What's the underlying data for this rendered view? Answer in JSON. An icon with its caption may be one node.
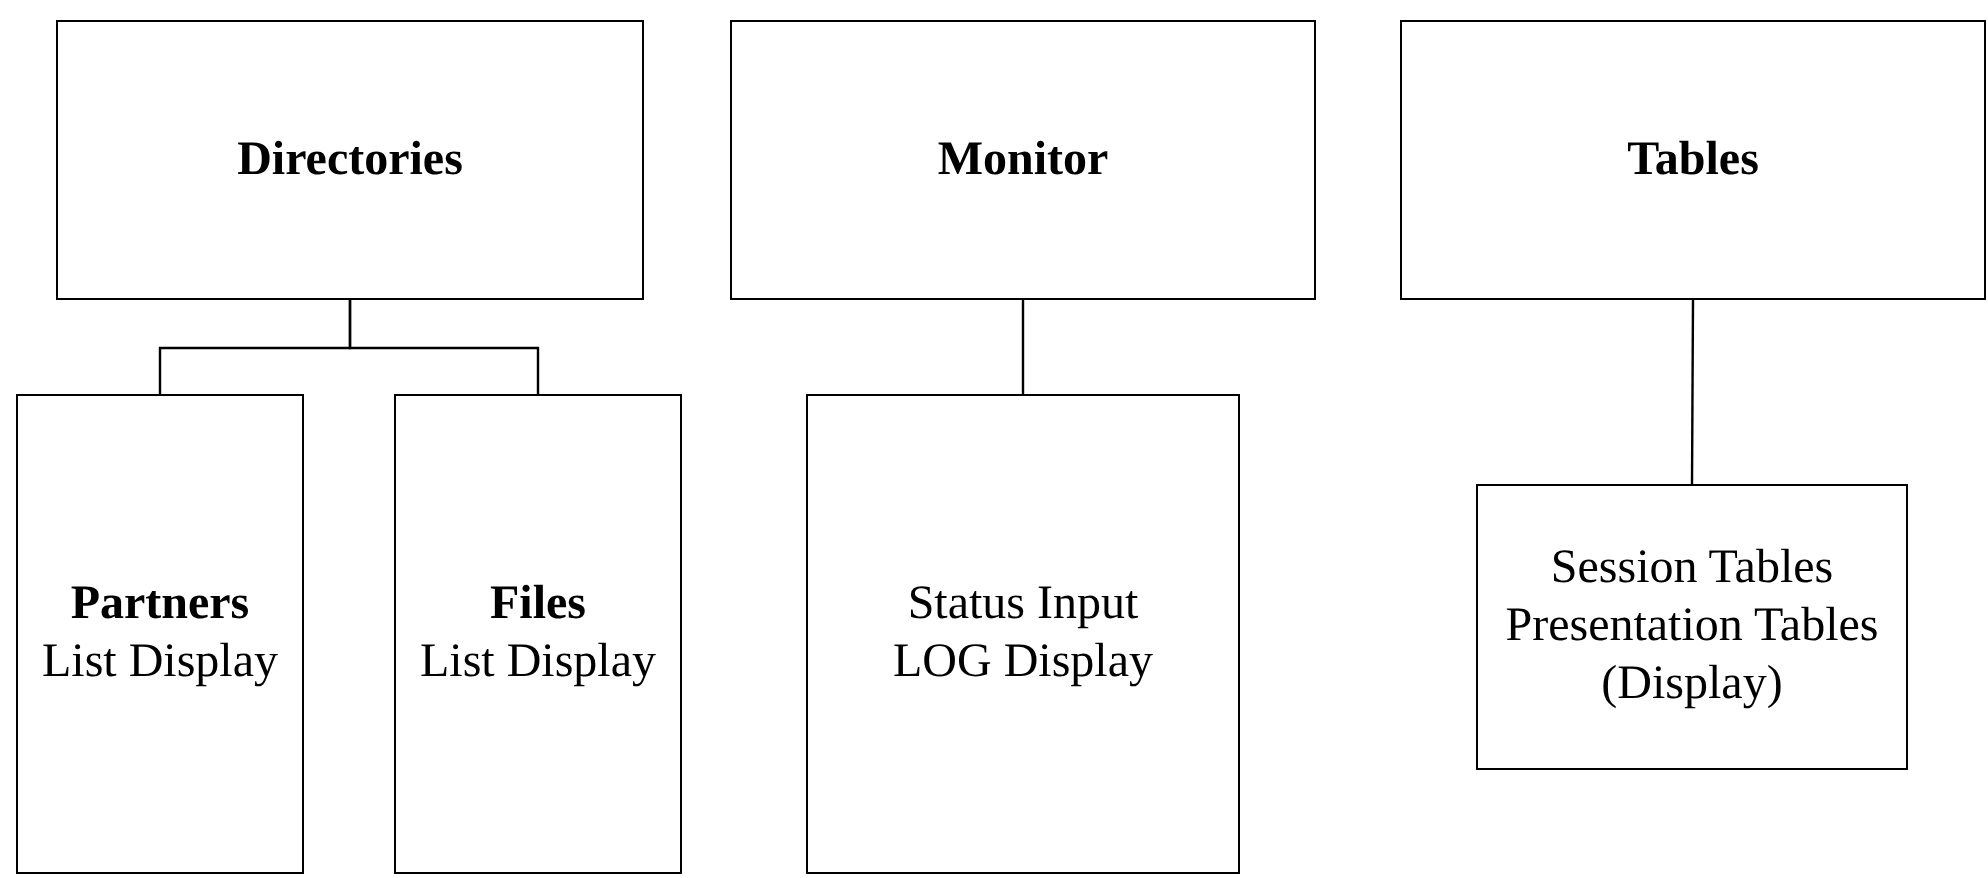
{
  "diagram": {
    "nodes": [
      {
        "text": [
          "Directories"
        ]
      },
      {
        "text": [
          "Monitor"
        ]
      },
      {
        "text": [
          "Tables"
        ]
      },
      {
        "text": [
          "Partners",
          "List Display"
        ]
      },
      {
        "text": [
          "Files",
          "List Display"
        ]
      },
      {
        "text": [
          "Status Input",
          "LOG Display"
        ]
      },
      {
        "text": [
          "Session Tables",
          "Presentation Tables",
          "(Display)"
        ]
      }
    ],
    "edges": [
      {
        "from": 0,
        "to": 3,
        "arrow": "none"
      },
      {
        "from": 0,
        "to": 4,
        "arrow": "none"
      },
      {
        "from": 1,
        "to": 5,
        "arrow": "none"
      },
      {
        "from": 2,
        "to": 6,
        "arrow": "none"
      }
    ]
  }
}
